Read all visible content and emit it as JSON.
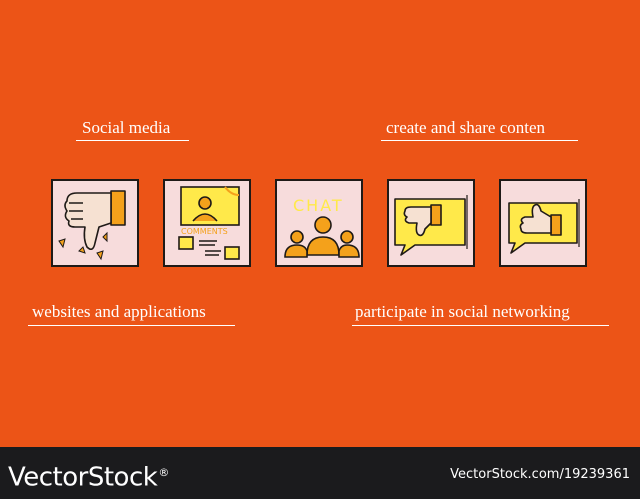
{
  "labels": {
    "social_media": "Social media",
    "create_share": "create and share conten",
    "websites_apps": "websites and applications",
    "participate": "participate in social networking"
  },
  "tiles": {
    "chat_label": "CHAT",
    "comments_label": "COMMENTS"
  },
  "footer": {
    "logo": "VectorStock",
    "logo_mark": "®",
    "credit": "VectorStock.com/19239361"
  },
  "colors": {
    "background": "#EC5417",
    "tile_bg": "#F7DCDC",
    "yellow": "#FFE94A",
    "orange": "#F4A11B",
    "outline": "#1F1A17",
    "footer": "#1B1B1D"
  }
}
